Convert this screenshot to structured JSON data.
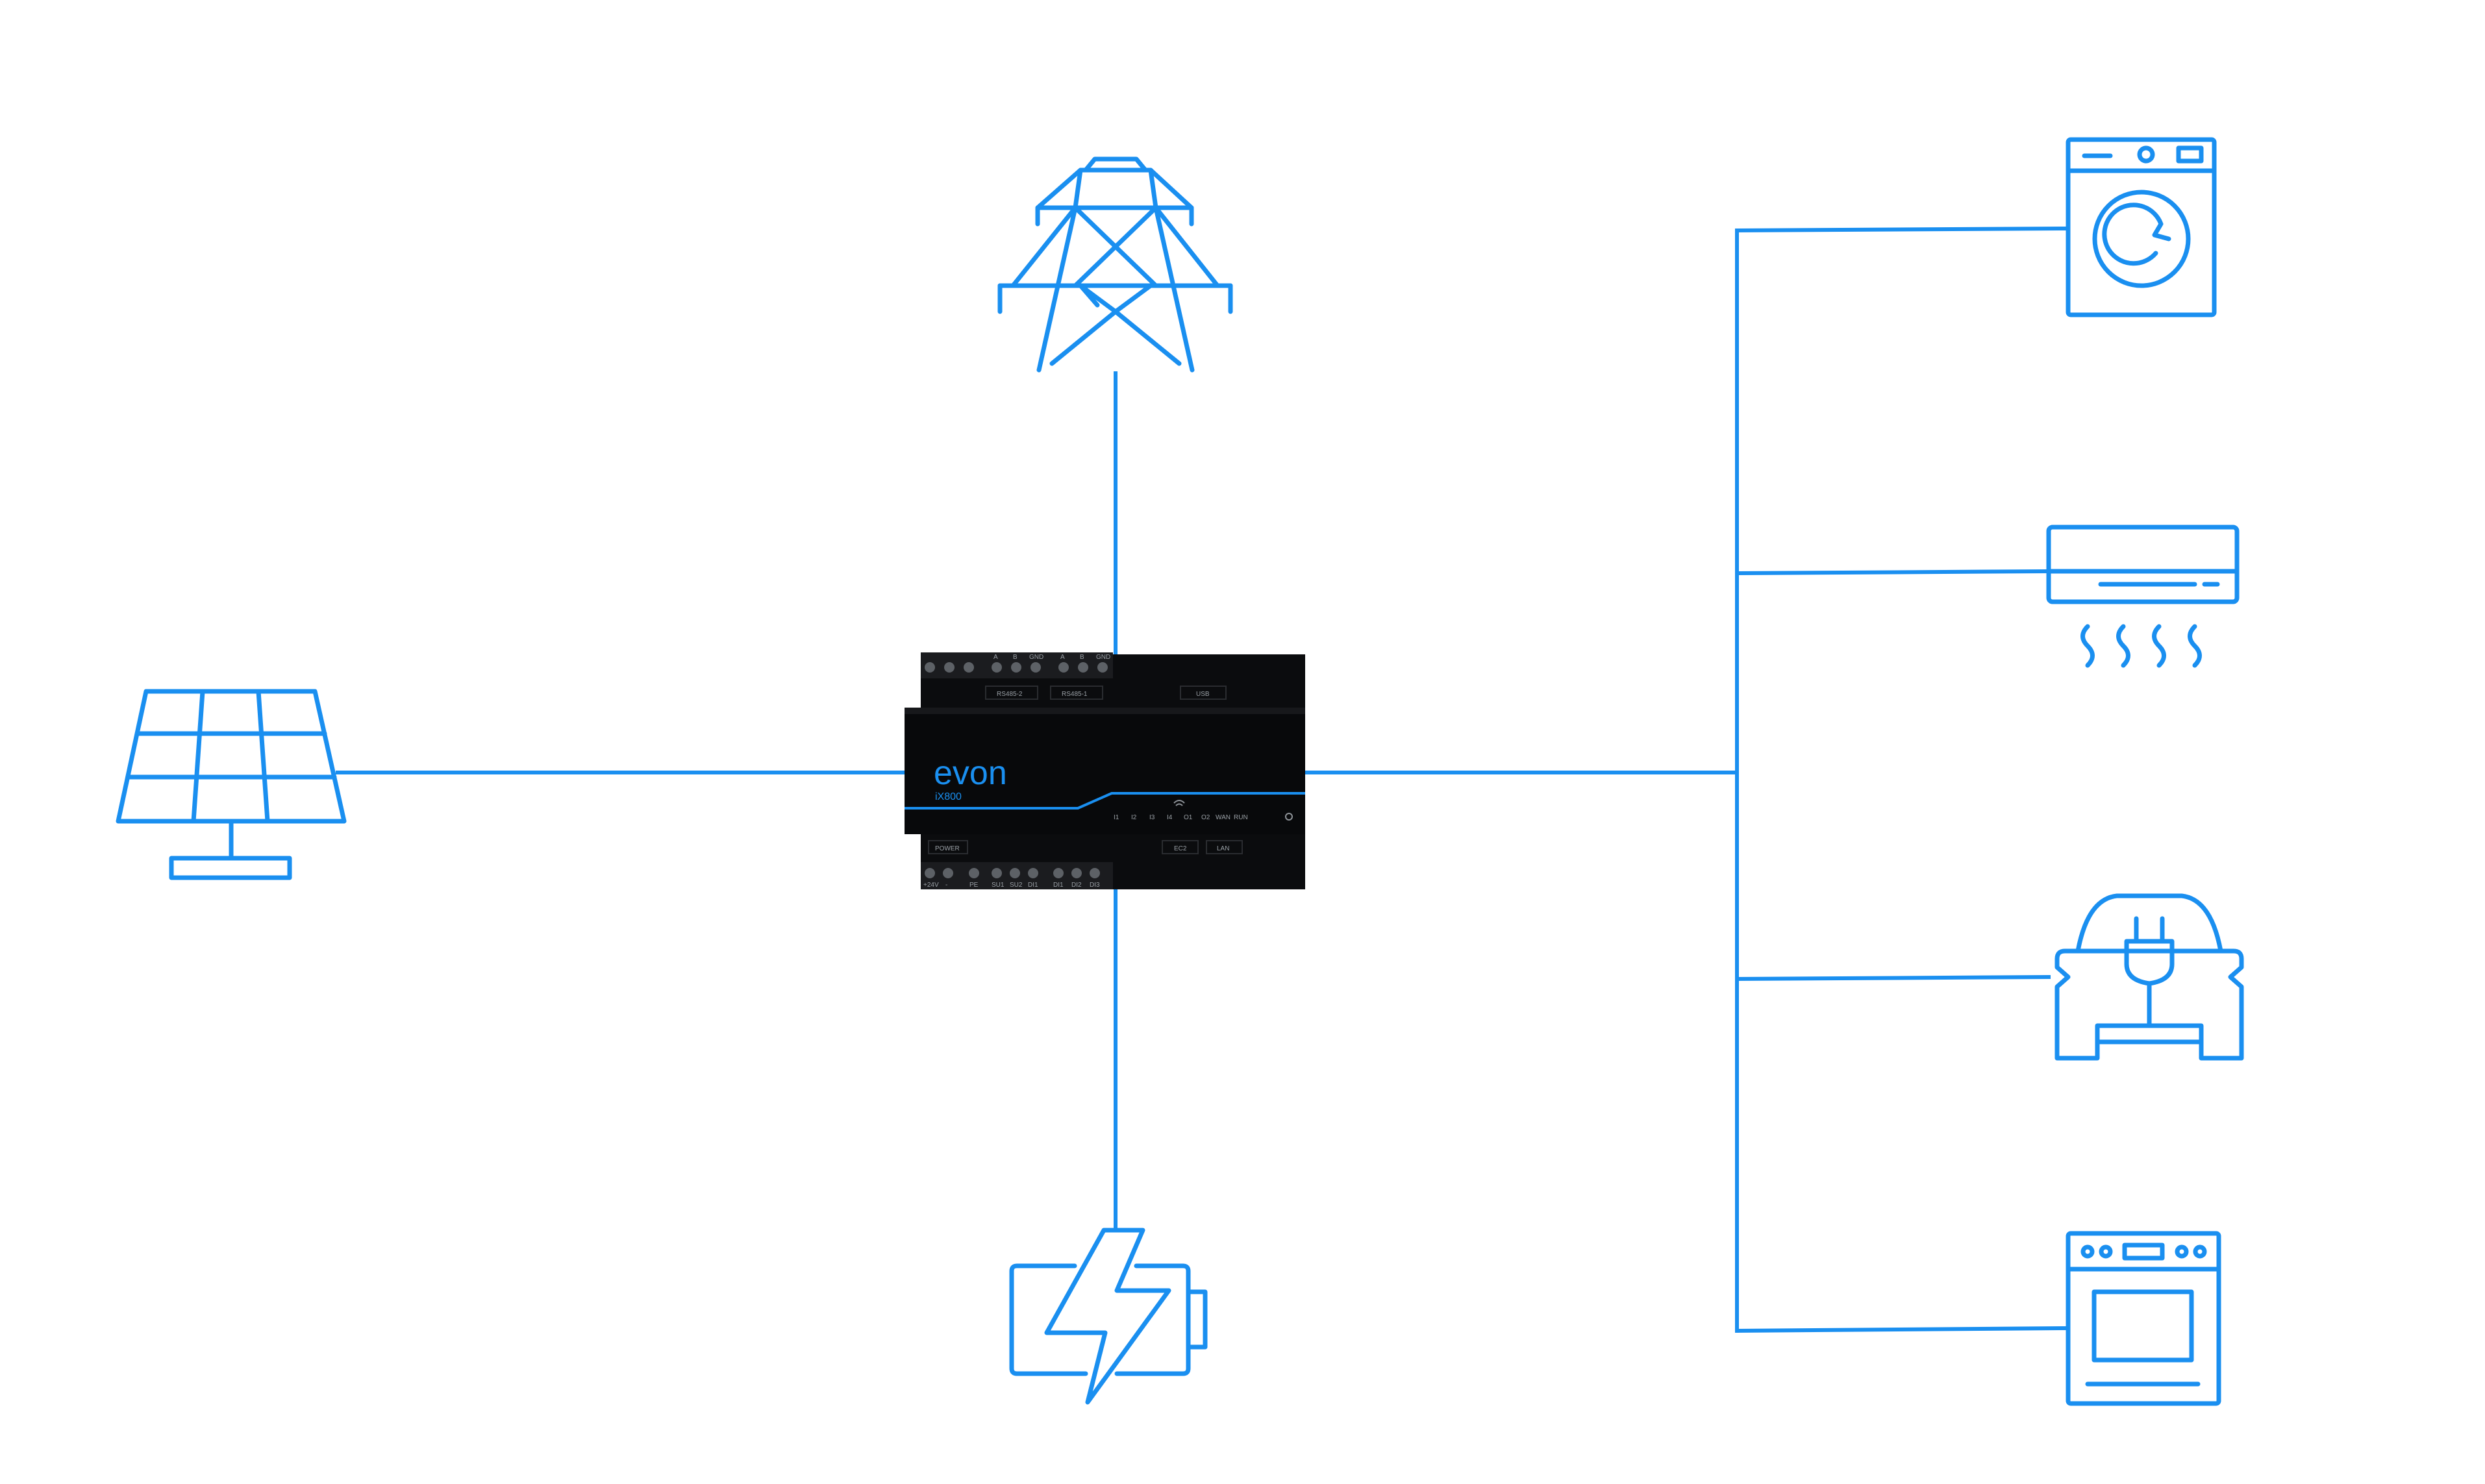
{
  "colors": {
    "accent": "#1a8ff0",
    "device_body": "#101114",
    "device_dark": "#050507",
    "device_text": "#8f949a"
  },
  "device": {
    "brand": "evon",
    "model": "iX800",
    "top_ports": [
      "RS485-2",
      "RS485-1",
      "USB"
    ],
    "terminal_labels_top": [
      "A",
      "B",
      "GND",
      "A",
      "B",
      "GND"
    ],
    "status_leds": [
      "I1",
      "I2",
      "I3",
      "I4",
      "O1",
      "O2",
      "WAN",
      "RUN"
    ],
    "bottom_ports": [
      "POWER",
      "EC2",
      "LAN"
    ],
    "terminal_labels_bottom": [
      "+24V",
      "-",
      "PE",
      "SU1",
      "SU2",
      "DI1",
      "DI1",
      "DI2",
      "DI3"
    ]
  },
  "nodes": {
    "source_left": "solar-panel-icon",
    "source_top": "power-pylon-icon",
    "storage_bottom": "battery-charging-icon",
    "loads": [
      "washing-machine-icon",
      "air-conditioner-icon",
      "electric-car-charging-icon",
      "oven-icon"
    ]
  }
}
